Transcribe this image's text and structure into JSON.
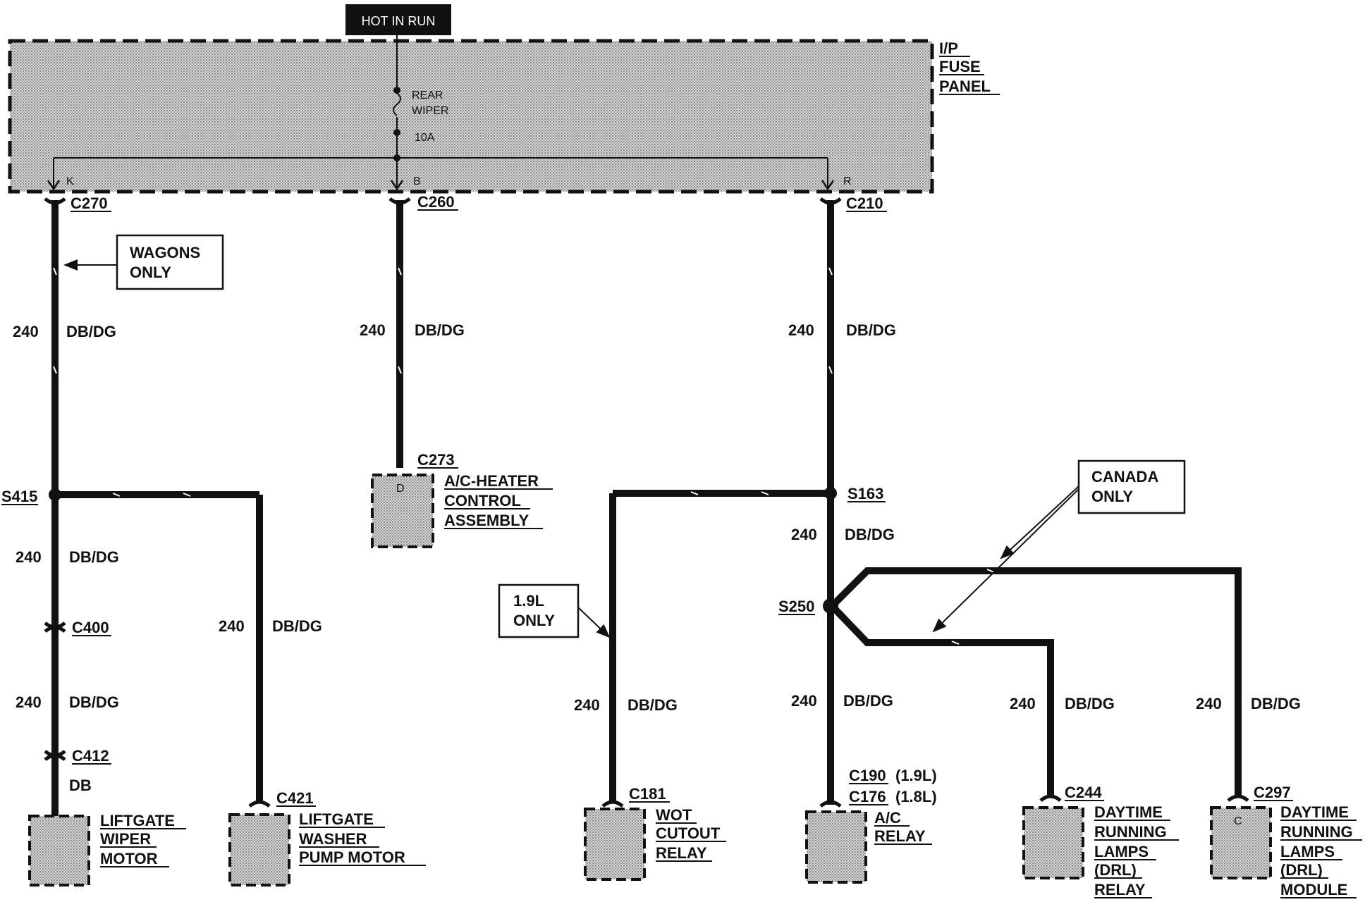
{
  "header": {
    "hot_label": "HOT IN RUN"
  },
  "fuse_panel": {
    "name_lines": [
      "I/P",
      "FUSE",
      "PANEL"
    ],
    "fuse_name_lines": [
      "REAR",
      "WIPER"
    ],
    "fuse_rating": "10A",
    "pins": {
      "left": "K",
      "center": "B",
      "right": "R"
    }
  },
  "connectors": {
    "c270": "C270",
    "c260": "C260",
    "c210": "C210",
    "c273": "C273",
    "c273_pin": "D",
    "c400": "C400",
    "c412": "C412",
    "c421": "C421",
    "c181": "C181",
    "c190": "C190",
    "c190_note": "(1.9L)",
    "c176": "C176",
    "c176_note": "(1.8L)",
    "c244": "C244",
    "c297": "C297",
    "c297_pin": "C"
  },
  "splices": {
    "s415": "S415",
    "s163": "S163",
    "s250": "S250"
  },
  "wire": {
    "circuit": "240",
    "color": "DB/DG",
    "color_alt": "DB"
  },
  "notes": {
    "wagons": [
      "WAGONS",
      "ONLY"
    ],
    "canada": [
      "CANADA",
      "ONLY"
    ],
    "engine": [
      "1.9L",
      "ONLY"
    ]
  },
  "components": {
    "ac_heater": [
      "A/C-HEATER",
      "CONTROL",
      "ASSEMBLY"
    ],
    "liftgate_wiper": [
      "LIFTGATE",
      "WIPER",
      "MOTOR"
    ],
    "liftgate_washer": [
      "LIFTGATE",
      "WASHER",
      "PUMP MOTOR"
    ],
    "wot_relay": [
      "WOT",
      "CUTOUT",
      "RELAY"
    ],
    "ac_relay": [
      "A/C",
      "RELAY"
    ],
    "drl_relay": [
      "DAYTIME",
      "RUNNING",
      "LAMPS",
      "(DRL)",
      "RELAY"
    ],
    "drl_module": [
      "DAYTIME",
      "RUNNING",
      "LAMPS",
      "(DRL)",
      "MODULE"
    ]
  }
}
